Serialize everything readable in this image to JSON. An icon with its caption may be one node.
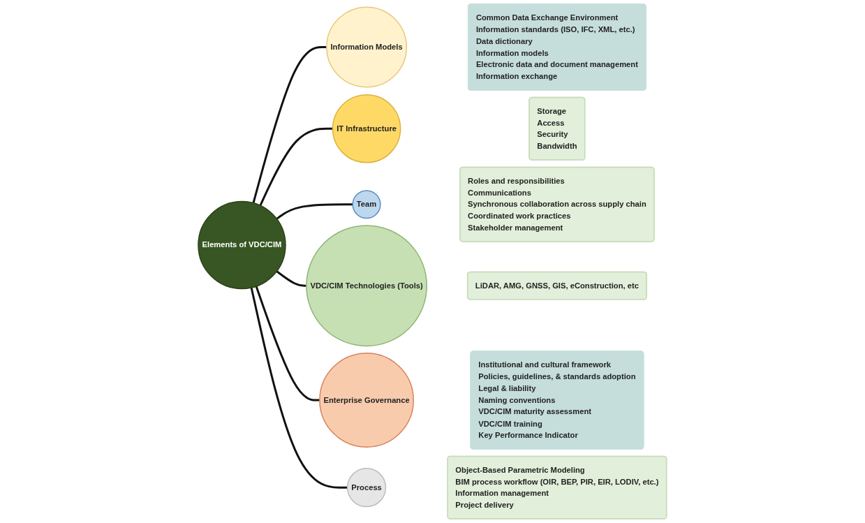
{
  "diagram": {
    "nodes": [
      {
        "text": [
          "Information Models"
        ]
      },
      {
        "text": [
          "Common Data Exchange Environment",
          "Information standards (ISO, IFC, XML, etc.)",
          "Data dictionary",
          "Information models",
          "Electronic data and document management",
          "Information exchange"
        ]
      },
      {
        "text": [
          "Storage",
          "Access",
          "Security",
          "Bandwidth"
        ]
      },
      {
        "text": [
          "IT Infrastructure"
        ]
      },
      {
        "text": [
          "Team"
        ]
      },
      {
        "text": [
          "Roles and responsibilities",
          "Communications",
          "Synchronous collaboration across supply chain",
          "Coordinated work practices",
          "Stakeholder management"
        ]
      },
      {
        "text": [
          "Elements of VDC/CIM"
        ]
      },
      {
        "text": [
          "LiDAR, AMG, GNSS, GIS, eConstruction, etc"
        ]
      },
      {
        "text": [
          "VDC/CIM Technologies (Tools)"
        ]
      },
      {
        "text": [
          "Enterprise Governance"
        ]
      },
      {
        "text": [
          "Institutional and cultural framework",
          "Policies, guidelines, & standards adoption",
          "Legal & liability",
          "Naming conventions",
          "VDC/CIM maturity assessment",
          "VDC/CIM training",
          "Key Performance Indicator"
        ]
      },
      {
        "text": [
          "Process"
        ]
      },
      {
        "text": [
          "Object-Based Parametric Modeling",
          "BIM process workflow (OIR, BEP, PIR, EIR, LODIV, etc.)",
          "Information management",
          "Project delivery"
        ]
      }
    ],
    "edges": [
      {
        "from": 6,
        "to": 0,
        "arrow": "none"
      },
      {
        "from": 6,
        "to": 3,
        "arrow": "none"
      },
      {
        "from": 6,
        "to": 4,
        "arrow": "none"
      },
      {
        "from": 6,
        "to": 8,
        "arrow": "none"
      },
      {
        "from": 6,
        "to": 9,
        "arrow": "none"
      },
      {
        "from": 6,
        "to": 11,
        "arrow": "none"
      }
    ]
  }
}
